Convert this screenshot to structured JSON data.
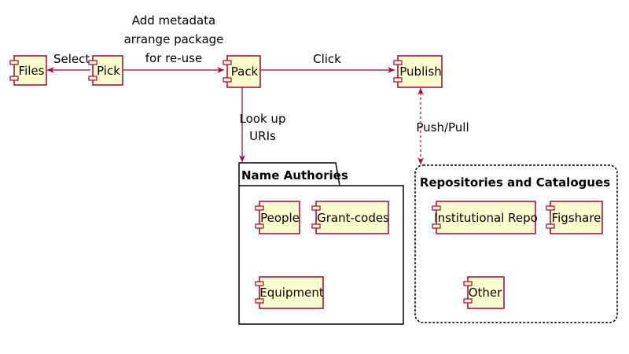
{
  "components": {
    "files": "Files",
    "pick": "Pick",
    "pack": "Pack",
    "publish": "Publish",
    "people": "People",
    "grant_codes": "Grant-codes",
    "equipment": "Equipment",
    "institutional_repo": "Institutional Repo",
    "figshare": "Figshare",
    "other": "Other"
  },
  "packages": {
    "name_authorities": "Name Authories",
    "repositories": "Repositories and Catalogues"
  },
  "edges": {
    "select": "Select",
    "pick_to_pack": [
      "Add metadata",
      "arrange package",
      "for re-use"
    ],
    "click": "Click",
    "look_up": [
      "Look up",
      "URIs"
    ],
    "push_pull": "Push/Pull"
  },
  "colors": {
    "component_fill": "#FEFECE",
    "component_border": "#A80036",
    "arrow": "#A80036",
    "package_border": "#000000"
  }
}
